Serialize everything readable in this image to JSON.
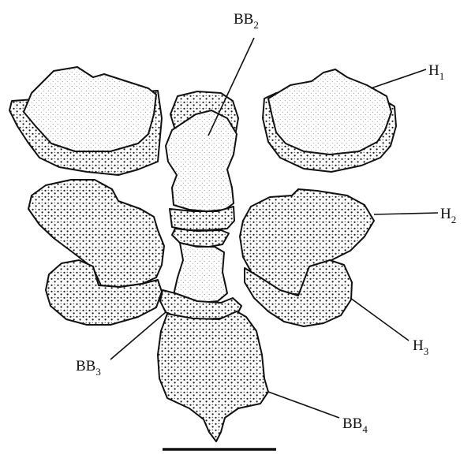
{
  "labels": {
    "bb2": {
      "main": "BB",
      "sub": "2"
    },
    "h1": {
      "main": "H",
      "sub": "1"
    },
    "h2": {
      "main": "H",
      "sub": "2"
    },
    "h3": {
      "main": "H",
      "sub": "3"
    },
    "bb3": {
      "main": "BB",
      "sub": "3"
    },
    "bb4": {
      "main": "BB",
      "sub": "4"
    }
  },
  "colors": {
    "ink": "#111111",
    "paper": "#ffffff",
    "stipple_dense": "#1a1a1a",
    "stipple_light": "#6b6b6b"
  }
}
